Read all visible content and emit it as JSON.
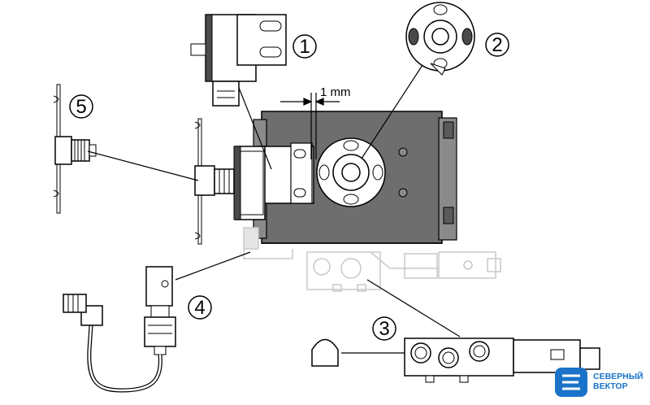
{
  "diagram": {
    "callouts": [
      {
        "id": "1",
        "label": "1"
      },
      {
        "id": "2",
        "label": "2"
      },
      {
        "id": "3",
        "label": "3"
      },
      {
        "id": "4",
        "label": "4"
      },
      {
        "id": "5",
        "label": "5"
      }
    ],
    "dimension_label": "1 mm"
  },
  "logo": {
    "line1": "СЕВЕРНЫЙ",
    "line2": "ВЕКТОР",
    "color": "#1a73c8"
  },
  "colors": {
    "ink": "#000000",
    "actuator_body": "#6e6e6e",
    "actuator_end": "#8a8a8a",
    "ghost": "#c8c8c8"
  }
}
